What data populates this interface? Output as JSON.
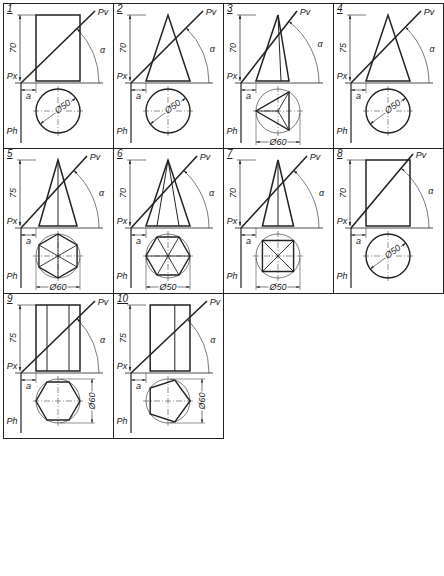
{
  "diagram": {
    "nodes": [
      {
        "text": [
          "1",
          "70",
          "Pv",
          "Px",
          "α",
          "a",
          "Ph",
          "Ø50"
        ]
      },
      {
        "text": [
          "2",
          "70",
          "Pv",
          "Px",
          "α",
          "a",
          "Ph",
          "Ø50"
        ]
      },
      {
        "text": [
          "3",
          "70",
          "Pv",
          "Px",
          "α",
          "a",
          "Ph",
          "Ø60"
        ]
      },
      {
        "text": [
          "4",
          "75",
          "Pv",
          "Px",
          "α",
          "a",
          "Ph",
          "Ø50"
        ]
      },
      {
        "text": [
          "5",
          "75",
          "Pv",
          "Px",
          "α",
          "a",
          "Ph",
          "Ø60"
        ]
      },
      {
        "text": [
          "6",
          "70",
          "Pv",
          "Px",
          "α",
          "a",
          "Ph",
          "Ø50"
        ]
      },
      {
        "text": [
          "7",
          "70",
          "Pv",
          "Px",
          "α",
          "a",
          "Ph",
          "Ø50"
        ]
      },
      {
        "text": [
          "8",
          "70",
          "Pv",
          "Px",
          "α",
          "a",
          "Ph",
          "Ø50"
        ]
      },
      {
        "text": [
          "9",
          "75",
          "Pv",
          "Px",
          "α",
          "a",
          "Ph",
          "Ø60"
        ]
      },
      {
        "text": [
          "10",
          "75",
          "Pv",
          "Px",
          "α",
          "a",
          "Ph",
          "Ø60"
        ]
      }
    ]
  }
}
